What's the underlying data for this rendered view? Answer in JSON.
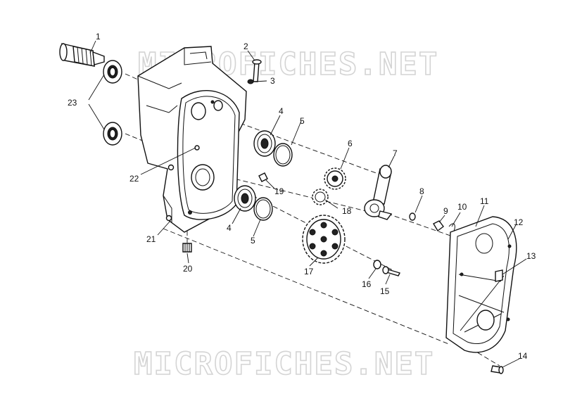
{
  "watermark": {
    "text": "MICROFICHES.NET"
  },
  "callouts": [
    {
      "id": "c1",
      "text": "1"
    },
    {
      "id": "c2",
      "text": "2"
    },
    {
      "id": "c3",
      "text": "3"
    },
    {
      "id": "c4a",
      "text": "4"
    },
    {
      "id": "c4b",
      "text": "4"
    },
    {
      "id": "c5a",
      "text": "5"
    },
    {
      "id": "c5b",
      "text": "5"
    },
    {
      "id": "c6",
      "text": "6"
    },
    {
      "id": "c7",
      "text": "7"
    },
    {
      "id": "c8",
      "text": "8"
    },
    {
      "id": "c9",
      "text": "9"
    },
    {
      "id": "c10",
      "text": "10"
    },
    {
      "id": "c11",
      "text": "11"
    },
    {
      "id": "c12",
      "text": "12"
    },
    {
      "id": "c13",
      "text": "13"
    },
    {
      "id": "c14",
      "text": "14"
    },
    {
      "id": "c15",
      "text": "15"
    },
    {
      "id": "c16",
      "text": "16"
    },
    {
      "id": "c17",
      "text": "17"
    },
    {
      "id": "c18",
      "text": "18"
    },
    {
      "id": "c19",
      "text": "19"
    },
    {
      "id": "c20",
      "text": "20"
    },
    {
      "id": "c21",
      "text": "21"
    },
    {
      "id": "c22",
      "text": "22"
    },
    {
      "id": "c23",
      "text": "23"
    }
  ]
}
